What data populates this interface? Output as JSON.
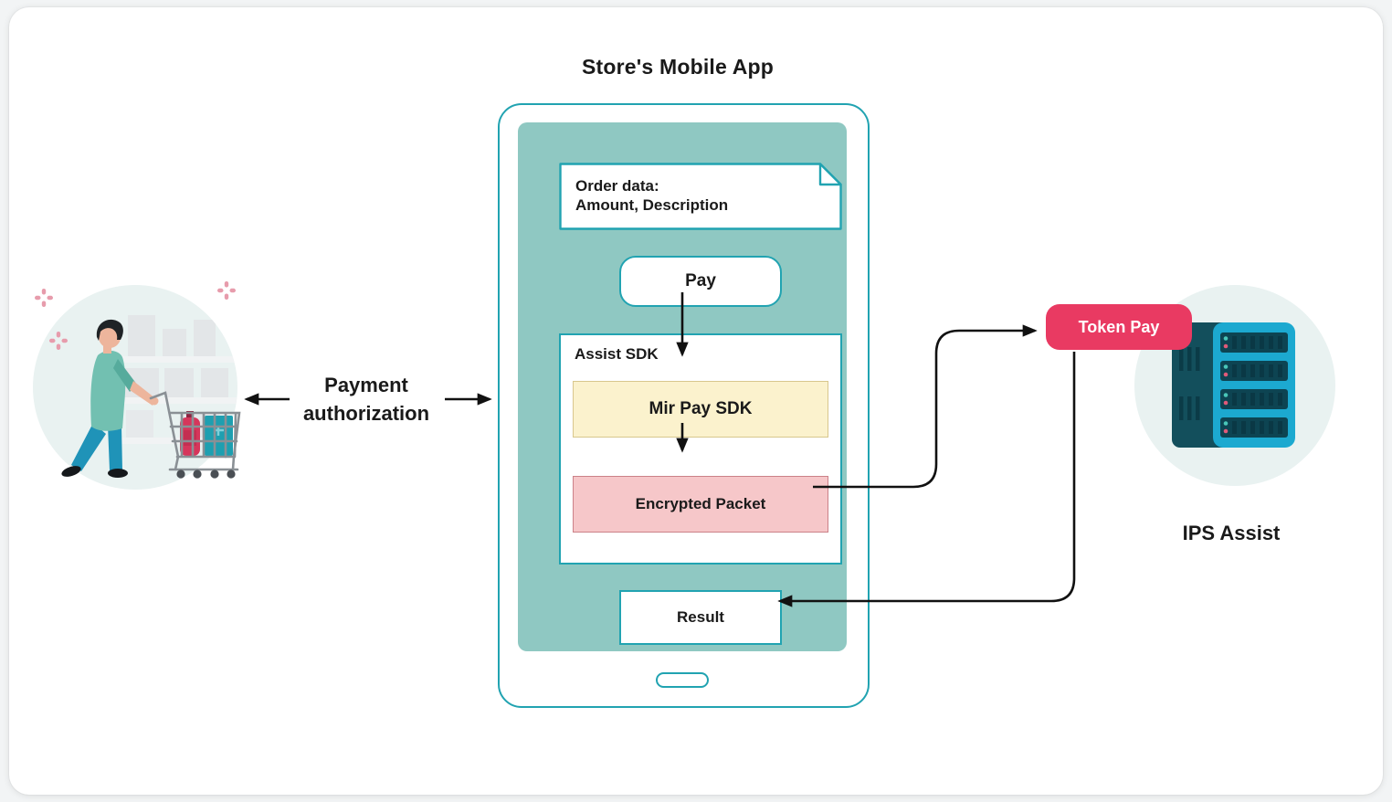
{
  "title": "Store's Mobile App",
  "labels": {
    "payment_authorization": "Payment authorization",
    "order_data": "Order data:",
    "order_data_detail": "Amount, Description",
    "pay": "Pay",
    "assist_sdk": "Assist SDK",
    "mir_pay_sdk": "Mir Pay SDK",
    "encrypted_packet": "Encrypted Packet",
    "result": "Result",
    "token_pay": "Token Pay",
    "ips_assist": "IPS Assist"
  },
  "icons": {
    "left_illustration": "shopper-with-cart",
    "right_illustration": "server-rack",
    "decoration": "pink-sparkle",
    "order_box": "document-folded-corner",
    "phone_bottom": "home-button"
  },
  "colors": {
    "teal-border": "#21a3b1",
    "screen-teal": "#8fc8c2",
    "yellow-fill": "#fbf2cd",
    "yellow-border": "#d8c78d",
    "pink-fill": "#f6c7c9",
    "pink-border": "#cb8188",
    "token-pink": "#e93a62",
    "circle-bg": "#e9f2f1",
    "server-cyan": "#1ca9d0",
    "server-dark": "#134f5c",
    "arrow": "#111111",
    "text": "#1a1a1a"
  }
}
